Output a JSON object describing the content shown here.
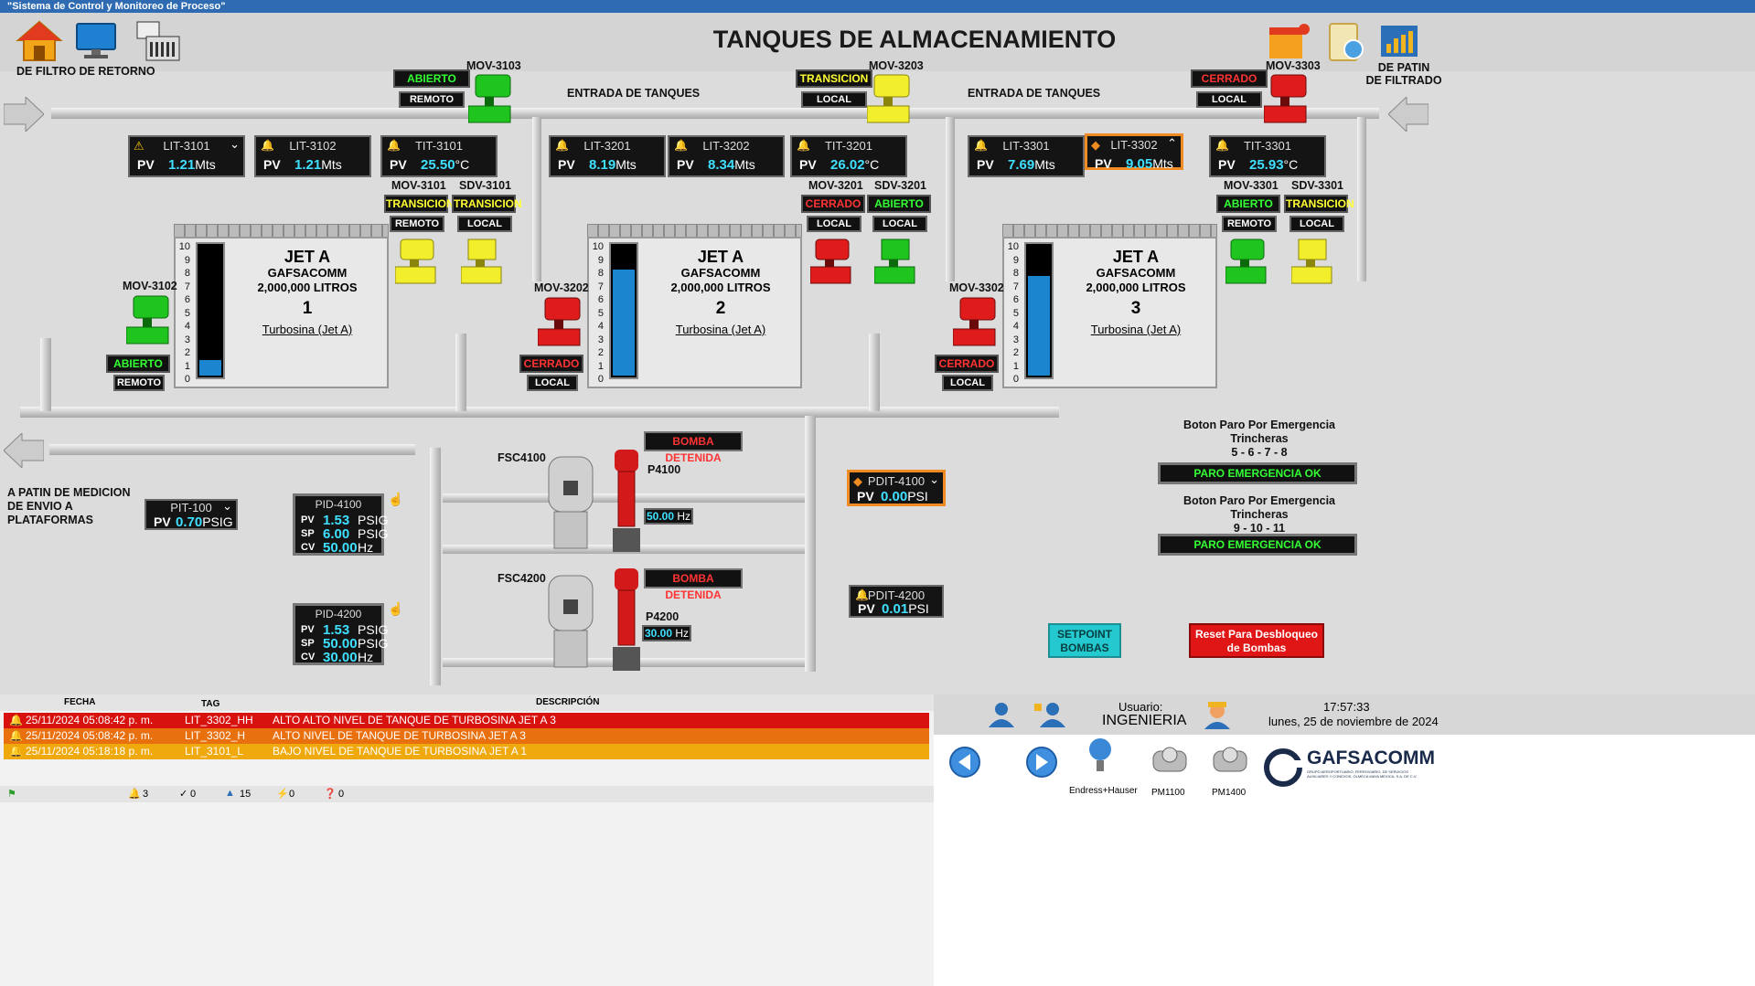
{
  "window_title": "\"Sistema de Control y Monitoreo de Proceso\"",
  "page_title": "TANQUES DE ALMACENAMIENTO",
  "labels": {
    "filtro_retorno": "DE FILTRO DE RETORNO",
    "patin_filtrado": "DE PATIN\nDE FILTRADO",
    "entrada1": "ENTRADA DE TANQUES",
    "entrada2": "ENTRADA DE TANQUES",
    "patin_medicion": "A PATIN DE MEDICION\nDE ENVIO A\nPLATAFORMAS",
    "fsc4100": "FSC4100",
    "fsc4200": "FSC4200",
    "p4100": "P4100",
    "p4200": "P4200"
  },
  "valves": [
    {
      "tag": "MOV-3103",
      "status": "ABIERTO",
      "mode": "REMOTO",
      "color": "green"
    },
    {
      "tag": "MOV-3203",
      "status": "TRANSICION",
      "mode": "LOCAL",
      "color": "yellow"
    },
    {
      "tag": "MOV-3303",
      "status": "CERRADO",
      "mode": "LOCAL",
      "color": "red"
    },
    {
      "tag": "MOV-3101",
      "status": "TRANSICION",
      "mode": "REMOTO",
      "color": "yellow"
    },
    {
      "tag": "SDV-3101",
      "status": "TRANSICION",
      "mode": "LOCAL",
      "color": "yellow"
    },
    {
      "tag": "MOV-3201",
      "status": "CERRADO",
      "mode": "LOCAL",
      "color": "red"
    },
    {
      "tag": "SDV-3201",
      "status": "ABIERTO",
      "mode": "LOCAL",
      "color": "green"
    },
    {
      "tag": "MOV-3301",
      "status": "ABIERTO",
      "mode": "REMOTO",
      "color": "green"
    },
    {
      "tag": "SDV-3301",
      "status": "TRANSICION",
      "mode": "LOCAL",
      "color": "yellow"
    },
    {
      "tag": "MOV-3102",
      "status": "ABIERTO",
      "mode": "REMOTO",
      "color": "green"
    },
    {
      "tag": "MOV-3202",
      "status": "CERRADO",
      "mode": "LOCAL",
      "color": "red"
    },
    {
      "tag": "MOV-3302",
      "status": "CERRADO",
      "mode": "LOCAL",
      "color": "red"
    }
  ],
  "indicators": [
    {
      "tag": "LIT-3101",
      "pv": "PV",
      "value": "1.21",
      "unit": "Mts"
    },
    {
      "tag": "LIT-3102",
      "pv": "PV",
      "value": "1.21",
      "unit": "Mts"
    },
    {
      "tag": "TIT-3101",
      "pv": "PV",
      "value": "25.50",
      "unit": "°C"
    },
    {
      "tag": "LIT-3201",
      "pv": "PV",
      "value": "8.19",
      "unit": "Mts"
    },
    {
      "tag": "LIT-3202",
      "pv": "PV",
      "value": "8.34",
      "unit": "Mts"
    },
    {
      "tag": "TIT-3201",
      "pv": "PV",
      "value": "26.02",
      "unit": "°C"
    },
    {
      "tag": "LIT-3301",
      "pv": "PV",
      "value": "7.69",
      "unit": "Mts"
    },
    {
      "tag": "LIT-3302",
      "pv": "PV",
      "value": "9.05",
      "unit": "Mts"
    },
    {
      "tag": "TIT-3301",
      "pv": "PV",
      "value": "25.93",
      "unit": "°C"
    },
    {
      "tag": "PIT-100",
      "pv": "PV",
      "value": "0.70",
      "unit": "PSIG"
    },
    {
      "tag": "PDIT-4100",
      "pv": "PV",
      "value": "0.00",
      "unit": "PSI"
    },
    {
      "tag": "PDIT-4200",
      "pv": "PV",
      "value": "0.01",
      "unit": "PSI"
    }
  ],
  "tanks": [
    {
      "name": "JET A",
      "company": "GAFSACOMM",
      "capacity": "2,000,000 LITROS",
      "number": "1",
      "product": "Turbosina (Jet A)",
      "level": 1.21
    },
    {
      "name": "JET A",
      "company": "GAFSACOMM",
      "capacity": "2,000,000 LITROS",
      "number": "2",
      "product": "Turbosina (Jet A)",
      "level": 8.19
    },
    {
      "name": "JET A",
      "company": "GAFSACOMM",
      "capacity": "2,000,000 LITROS",
      "number": "3",
      "product": "Turbosina (Jet A)",
      "level": 7.69
    }
  ],
  "scale": [
    "10",
    "9",
    "8",
    "7",
    "6",
    "5",
    "4",
    "3",
    "2",
    "1",
    "0"
  ],
  "pids": [
    {
      "tag": "PID-4100",
      "pv_label": "PV",
      "pv": "1.53",
      "pv_unit": "PSIG",
      "sp_label": "SP",
      "sp": "6.00",
      "sp_unit": "PSIG",
      "cv_label": "CV",
      "cv": "50.00",
      "cv_unit": "Hz"
    },
    {
      "tag": "PID-4200",
      "pv_label": "PV",
      "pv": "1.53",
      "pv_unit": "PSIG",
      "sp_label": "SP",
      "sp": "50.00",
      "sp_unit": "PSIG",
      "cv_label": "CV",
      "cv": "30.00",
      "cv_unit": "Hz"
    }
  ],
  "pumps": [
    {
      "status": "BOMBA DETENIDA",
      "hz": "50.00",
      "hz_unit": "Hz"
    },
    {
      "status": "BOMBA DETENIDA",
      "hz": "30.00",
      "hz_unit": "Hz"
    }
  ],
  "emergency": [
    {
      "title": "Boton  Paro Por Emergencia\nTrincheras\n5 - 6 - 7 - 8",
      "status": "PARO EMERGENCIA OK"
    },
    {
      "title": "Boton  Paro Por Emergencia\nTrincheras\n9 - 10 - 11",
      "status": "PARO EMERGENCIA OK"
    }
  ],
  "buttons": {
    "setpoint": "SETPOINT\nBOMBAS",
    "reset": "Reset Para Desbloqueo\nde Bombas"
  },
  "alarms": {
    "headers": [
      "FECHA",
      "TAG",
      "DESCRIPCIÓN"
    ],
    "rows": [
      {
        "date": "25/11/2024 05:08:42 p. m.",
        "tag": "LIT_3302_HH",
        "desc": "ALTO ALTO NIVEL DE TANQUE DE TURBOSINA JET A 3",
        "color": "#d7120f"
      },
      {
        "date": "25/11/2024 05:08:42 p. m.",
        "tag": "LIT_3302_H",
        "desc": "ALTO NIVEL DE TANQUE DE TURBOSINA JET A 3",
        "color": "#e9700e"
      },
      {
        "date": "25/11/2024 05:18:18 p. m.",
        "tag": "LIT_3101_L",
        "desc": "BAJO NIVEL DE TANQUE DE TURBOSINA JET A 1",
        "color": "#f0a90c"
      }
    ],
    "counters": [
      "3",
      "0",
      "15",
      "0",
      "0"
    ]
  },
  "user": {
    "label": "Usuario:",
    "name": "INGENIERIA",
    "time": "17:57:33",
    "date": "lunes, 25 de noviembre de 2024"
  },
  "devices": [
    "Endress+Hauser",
    "PM1100",
    "PM1400"
  ],
  "brand": {
    "name": "GAFSACOMM",
    "tagline": "GRUPO AEROPORTUARIO, FERROVIARIO, DE SERVICIOS AUXILIARES Y CONEXOS, OLMECA MAYA MEXICA, S.A. DE C.V."
  }
}
